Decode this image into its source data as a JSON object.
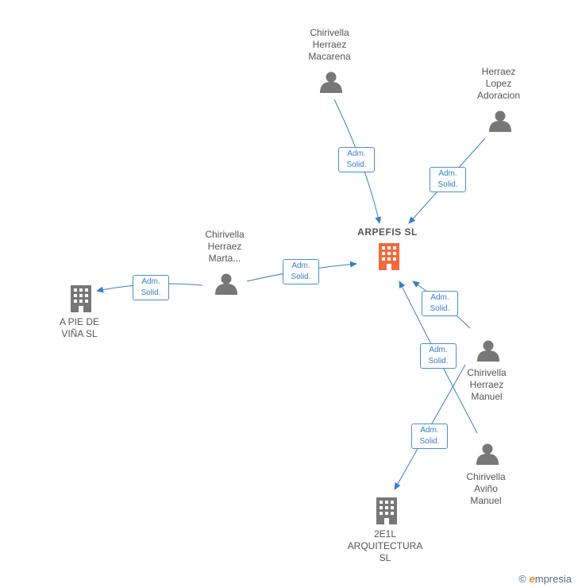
{
  "nodes": {
    "arpefis": {
      "name": "ARPEFIS  SL",
      "type": "company",
      "color": "#f26a3d"
    },
    "macarena": {
      "lines": [
        "Chirivella",
        "Herraez",
        "Macarena"
      ],
      "type": "person"
    },
    "adoracion": {
      "lines": [
        "Herraez",
        "Lopez",
        "Adoracion"
      ],
      "type": "person"
    },
    "marta": {
      "lines": [
        "Chirivella",
        "Herraez",
        "Marta..."
      ],
      "type": "person"
    },
    "apie": {
      "lines": [
        "A PIE DE",
        "VIÑA  SL"
      ],
      "type": "company"
    },
    "manuel_h": {
      "lines": [
        "Chirivella",
        "Herraez",
        "Manuel"
      ],
      "type": "person"
    },
    "manuel_a": {
      "lines": [
        "Chirivella",
        "Aviño",
        "Manuel"
      ],
      "type": "person"
    },
    "e1l": {
      "lines": [
        "2E1L",
        "ARQUITECTURA",
        "SL"
      ],
      "type": "company"
    }
  },
  "relations": [
    {
      "id": "r1",
      "line1": "Adm.",
      "line2": "Solid."
    },
    {
      "id": "r2",
      "line1": "Adm.",
      "line2": "Solid."
    },
    {
      "id": "r3",
      "line1": "Adm.",
      "line2": "Solid."
    },
    {
      "id": "r4",
      "line1": "Adm.",
      "line2": "Solid."
    },
    {
      "id": "r5",
      "line1": "Adm.",
      "line2": "Solid."
    },
    {
      "id": "r6",
      "line1": "Adm.",
      "line2": "Solid."
    },
    {
      "id": "r7",
      "line1": "Adm.",
      "line2": "Solid."
    }
  ],
  "colors": {
    "edge": "#3a7fc9",
    "person": "#777777",
    "company": "#777777",
    "main": "#f26a3d"
  },
  "footer": {
    "copyright": "©",
    "brand_first": "e",
    "brand_rest": "mpresia"
  }
}
